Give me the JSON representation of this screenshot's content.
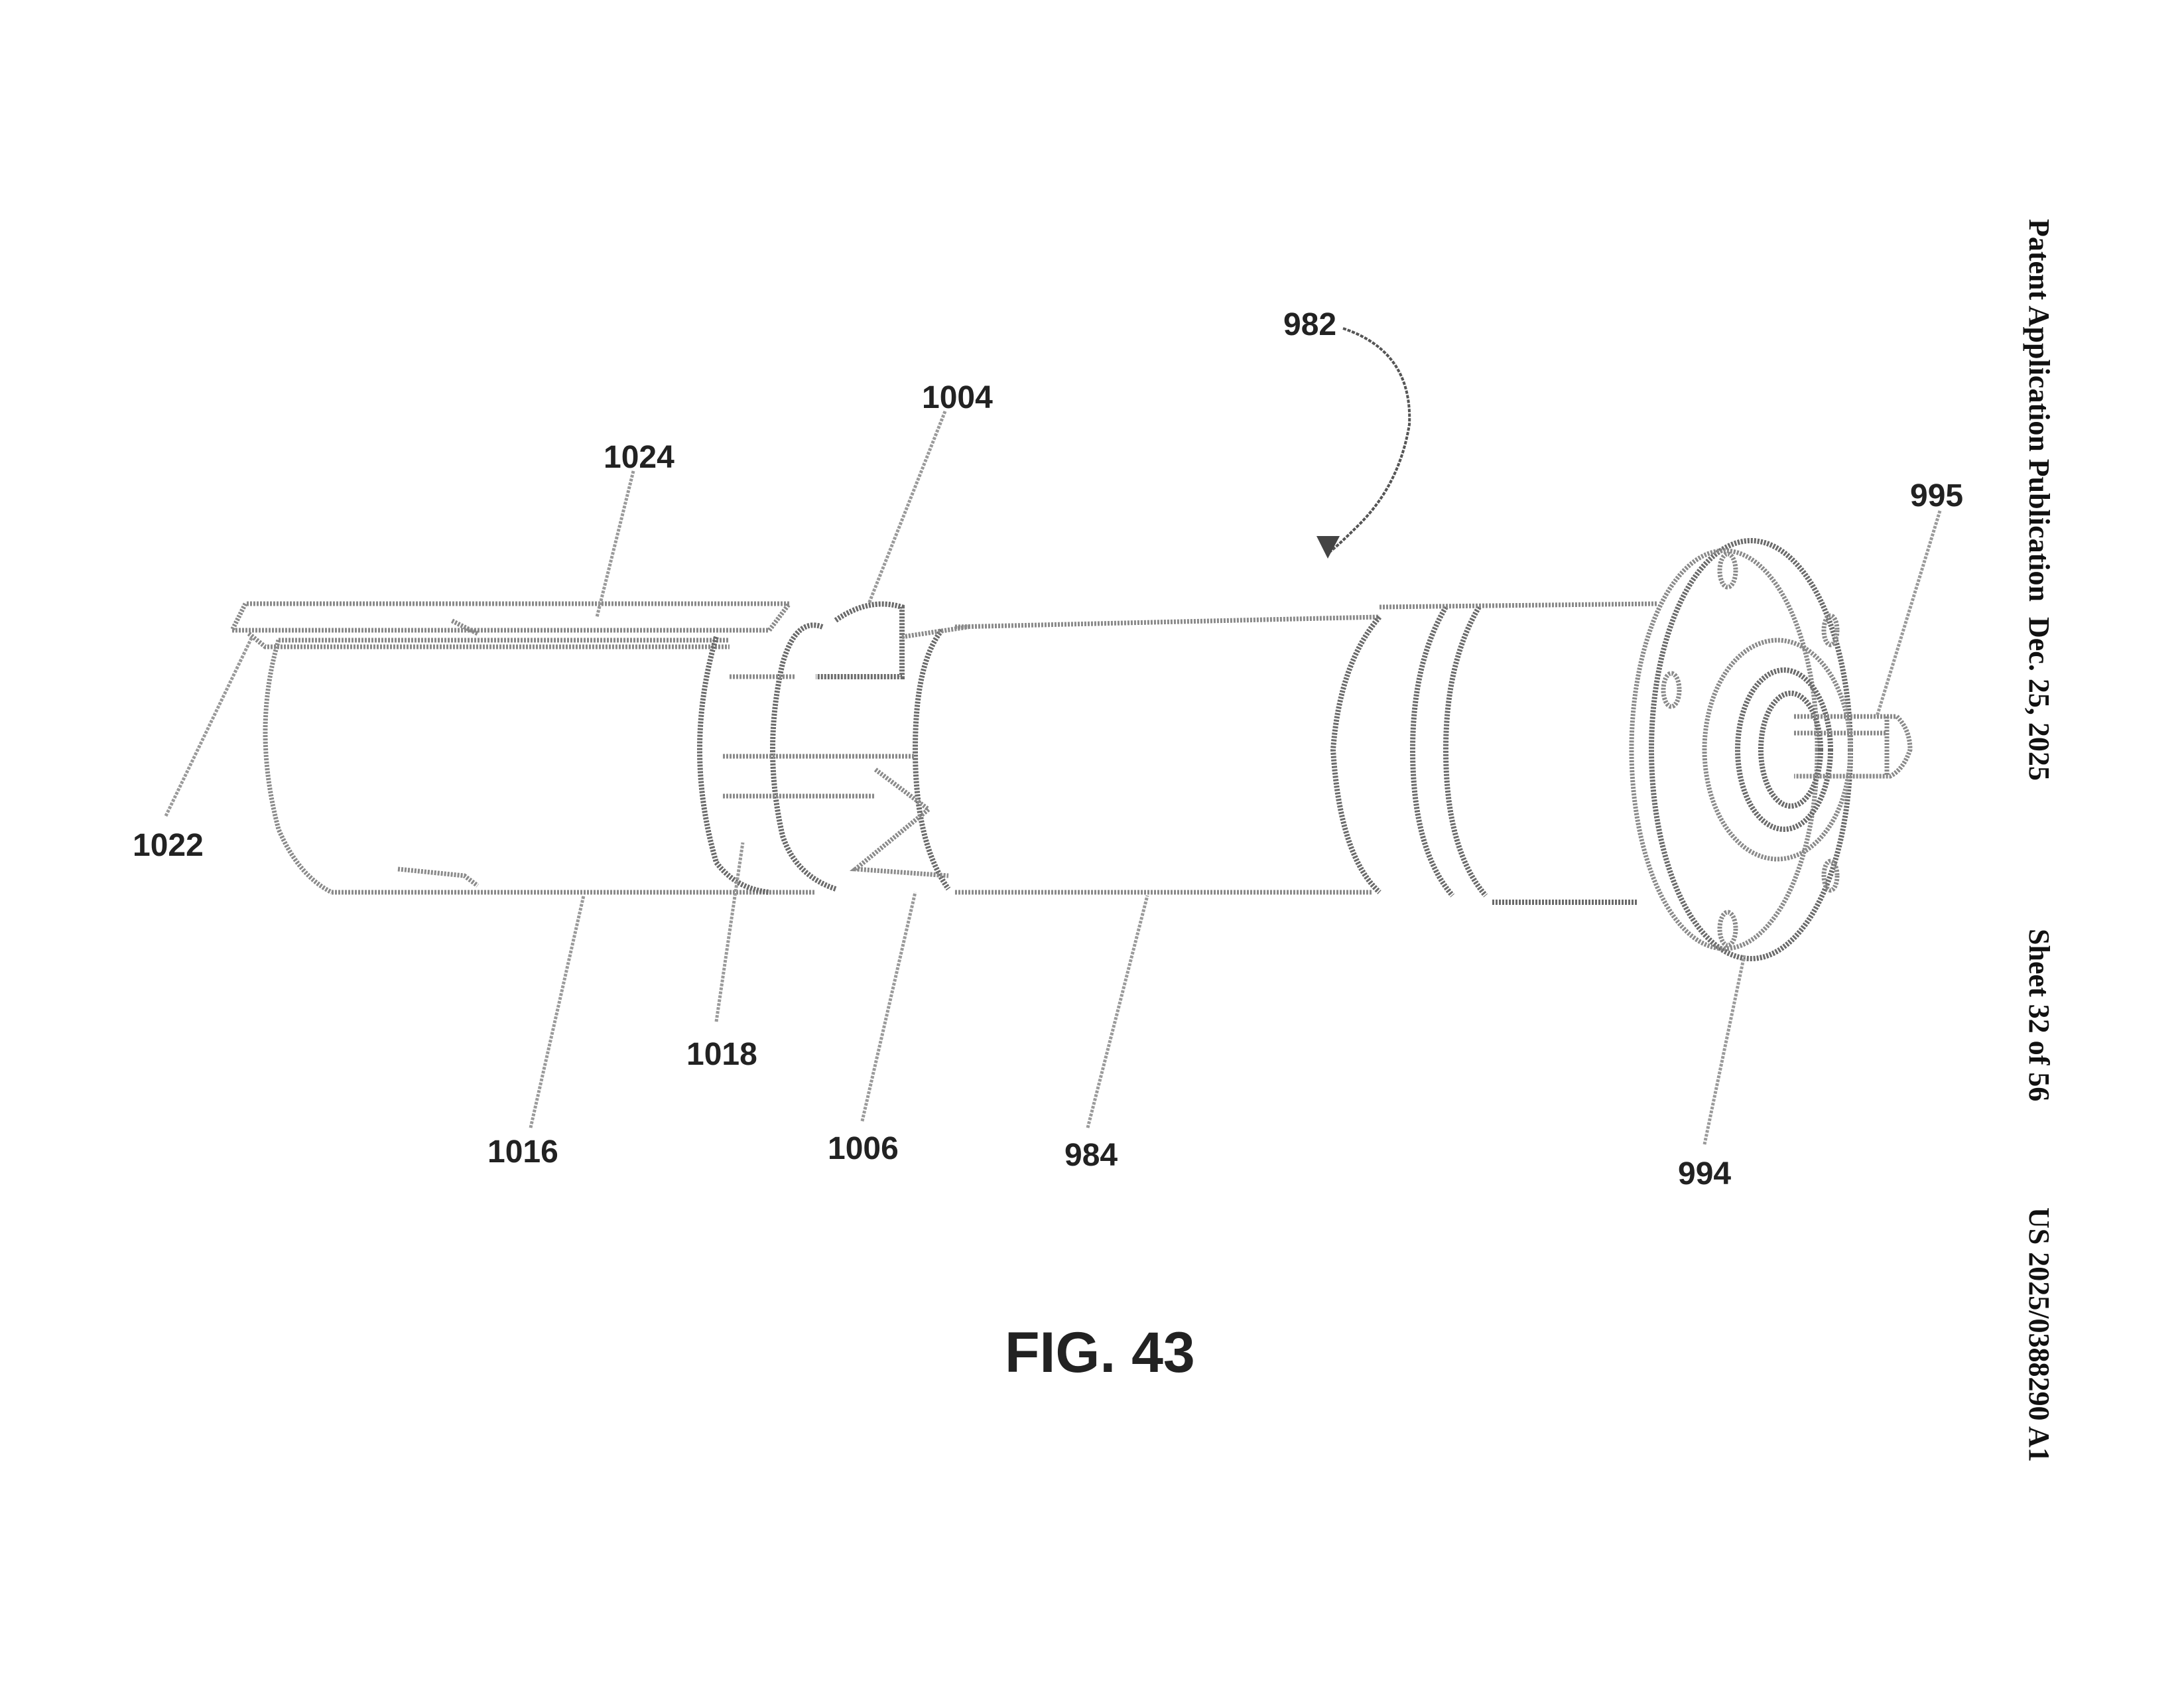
{
  "header": {
    "publication_type": "Patent Application Publication",
    "date": "Dec. 25, 2025",
    "sheet": "Sheet 32 of 56",
    "publication_number": "US 2025/0388290 A1"
  },
  "figure": {
    "caption": "FIG. 43",
    "reference_numerals": {
      "assembly": "982",
      "housing": "984",
      "flange": "994",
      "shaft": "995",
      "ring_top": "1004",
      "ring_bottom": "1006",
      "sleeve": "1016",
      "slot": "1018",
      "tab": "1022",
      "arm": "1024"
    }
  }
}
